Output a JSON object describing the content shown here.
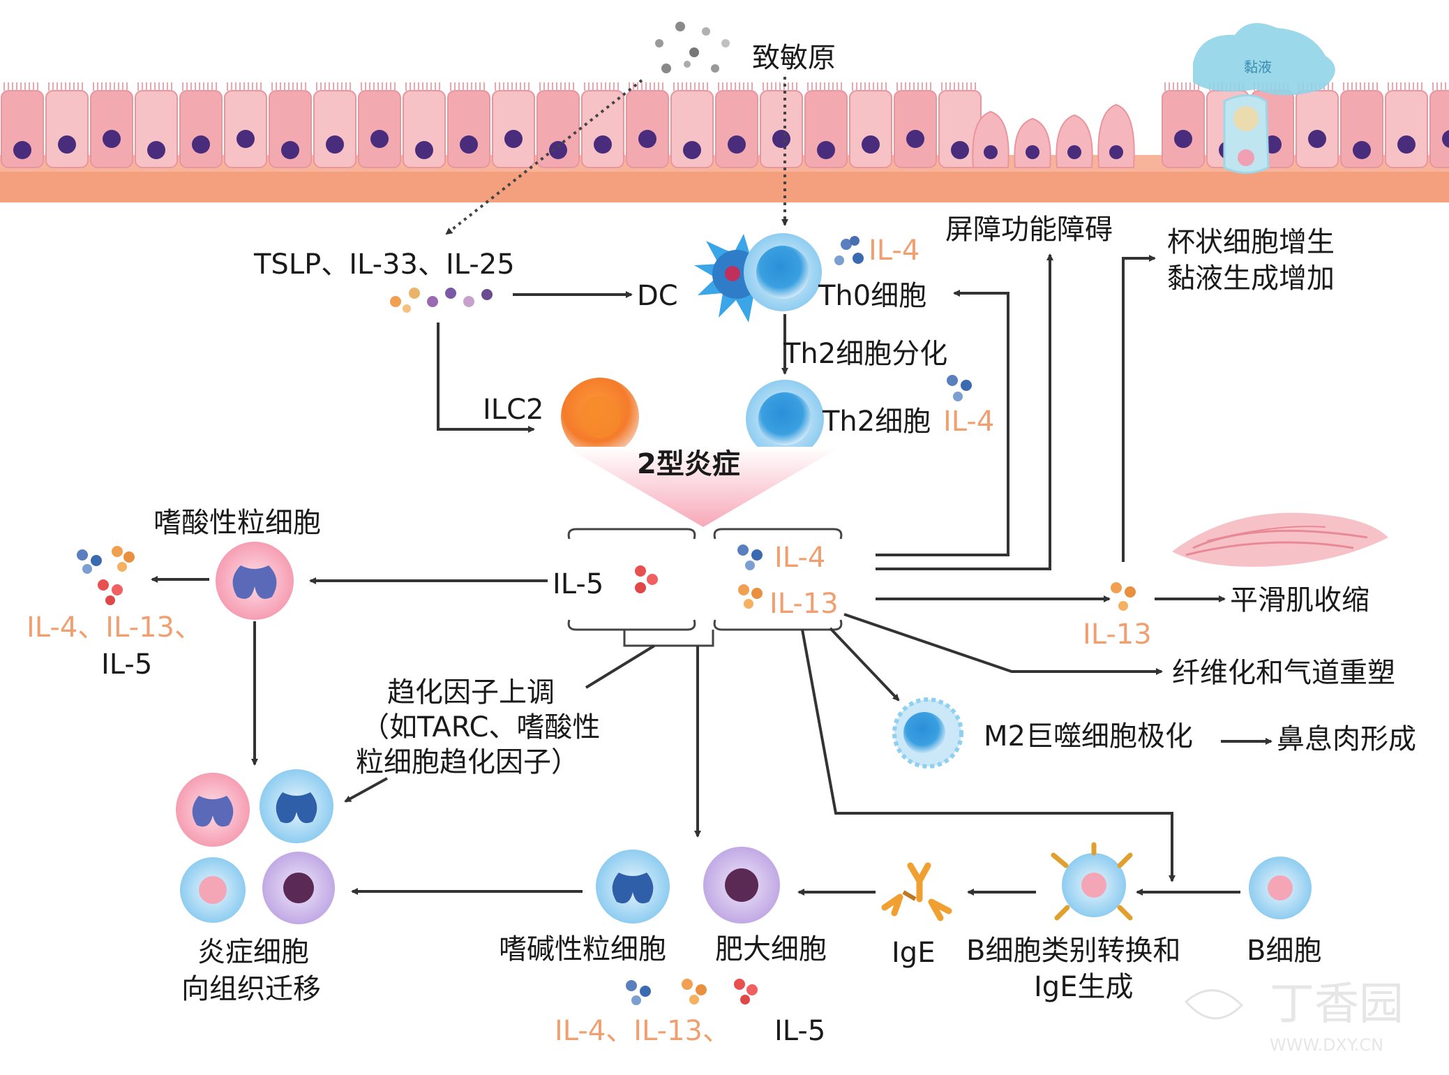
{
  "labels": {
    "allergen": "致敏原",
    "mucus": "黏液",
    "tslp": "TSLP、IL-33、IL-25",
    "dc": "DC",
    "th0": "Th0细胞",
    "il4_top": "IL-4",
    "th2_diff": "Th2细胞分化",
    "ilc2": "ILC2",
    "th2": "Th2细胞",
    "il4_th2": "IL-4",
    "type2": "2型炎症",
    "barrier": "屏障功能障碍",
    "goblet_1": "杯状细胞增生",
    "goblet_2": "黏液生成增加",
    "eosinophil": "嗜酸性粒细胞",
    "eos_cyto_1": "IL-4、IL-13、",
    "eos_cyto_2": "IL-5",
    "il5": "IL-5",
    "il4_box": "IL-4",
    "il13_box": "IL-13",
    "il13_right": "IL-13",
    "smooth_muscle": "平滑肌收缩",
    "fibrosis": "纤维化和气道重塑",
    "chemo_1": "趋化因子上调",
    "chemo_2": "（如TARC、嗜酸性",
    "chemo_3": "粒细胞趋化因子）",
    "m2": "M2巨噬细胞极化",
    "polyp": "鼻息肉形成",
    "migrate_1": "炎症细胞",
    "migrate_2": "向组织迁移",
    "basophil": "嗜碱性粒细胞",
    "mast": "肥大细胞",
    "bottom_cyto_a": "IL-4、IL-13、",
    "bottom_cyto_b": "IL-5",
    "ige": "IgE",
    "switch_1": "B细胞类别转换和",
    "switch_2": "IgE生成",
    "bcell": "B细胞",
    "watermark_name": "丁香园",
    "watermark_url": "WWW.DXY.CN"
  },
  "colors": {
    "epithelium": "#f6b8bc",
    "basement": "#f4a07e",
    "nucleus": "#4a2c7c",
    "il4_dot": "#5a7fbf",
    "il13_dot": "#f0a050",
    "il5_dot": "#e85050",
    "label_orange": "#f0a070"
  },
  "icons": [
    "allergen-particles",
    "dendritic-cell",
    "th0-cell",
    "ilc2-cell",
    "th2-cell",
    "eosinophil-cell",
    "basophil-cell",
    "mast-cell",
    "ige-antibody",
    "b-cell",
    "m2-macrophage",
    "smooth-muscle",
    "mucus-blob",
    "goblet-cell"
  ]
}
